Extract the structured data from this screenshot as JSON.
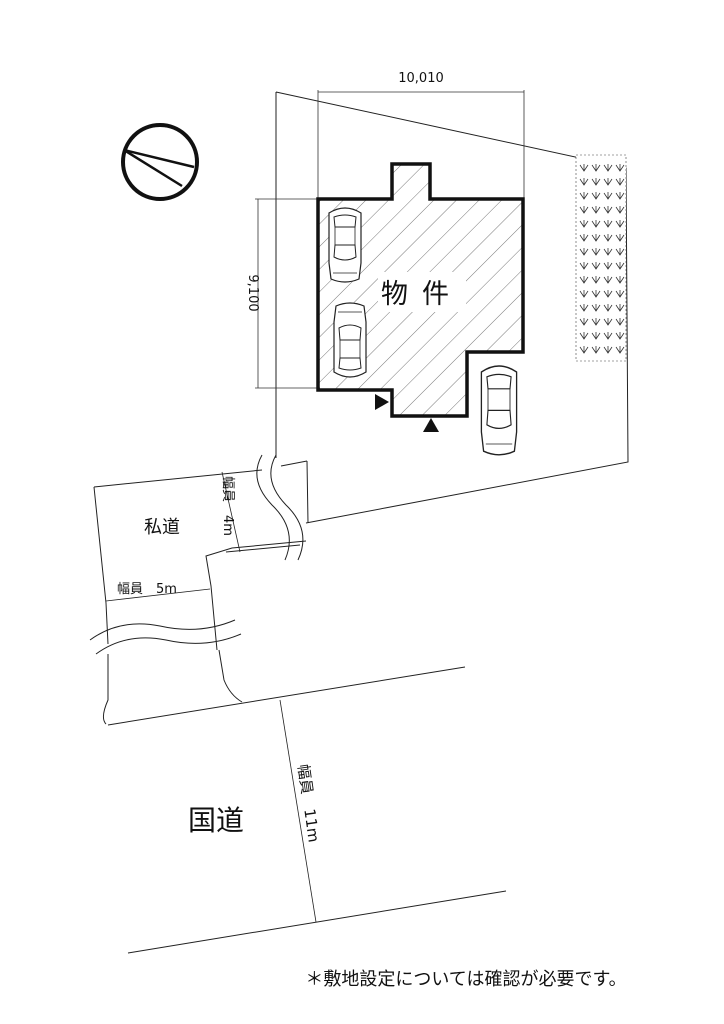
{
  "plan": {
    "property_label": "物件",
    "dimension_width": "10,010",
    "dimension_depth": "9,100"
  },
  "roads": {
    "private_road_label": "私道",
    "private_road_width_a": "幅員　4m",
    "private_road_width_b": "幅員　5m",
    "national_road_label": "国道",
    "national_road_width": "幅員　11m"
  },
  "note": "＊敷地設定については確認が必要です。",
  "icons": {
    "compass": "north-arrow-icon",
    "entrance": "entrance-triangle-icon",
    "car": "parked-car-icon",
    "planting": "planting-area-icon"
  }
}
